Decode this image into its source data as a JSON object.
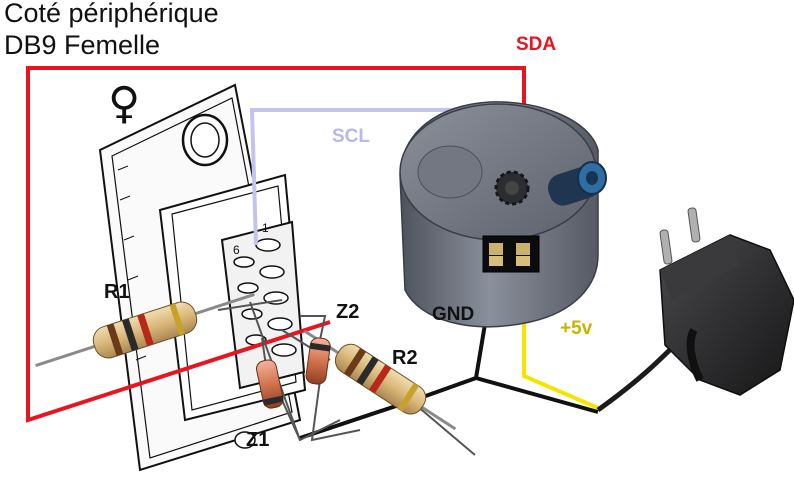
{
  "title": {
    "line1": "Coté périphérique",
    "line2": "DB9 Femelle"
  },
  "symbols": {
    "female": "♀"
  },
  "connector": {
    "pin_top": "1",
    "pin_side": "6"
  },
  "labels": {
    "sda": "SDA",
    "scl": "SCL",
    "gnd": "GND",
    "plus5v": "+5v",
    "r1": "R1",
    "r2": "R2",
    "z1": "Z1",
    "z2": "Z2"
  },
  "colors": {
    "sda": "#e8141f",
    "scl": "#c3c3f0",
    "gnd": "#111111",
    "plus5v": "#f2e600",
    "plus5v_text": "#c9b200",
    "scl_text": "#b8b8ee",
    "device_body": "#6f7480",
    "adapter_body": "#2e2e30"
  }
}
